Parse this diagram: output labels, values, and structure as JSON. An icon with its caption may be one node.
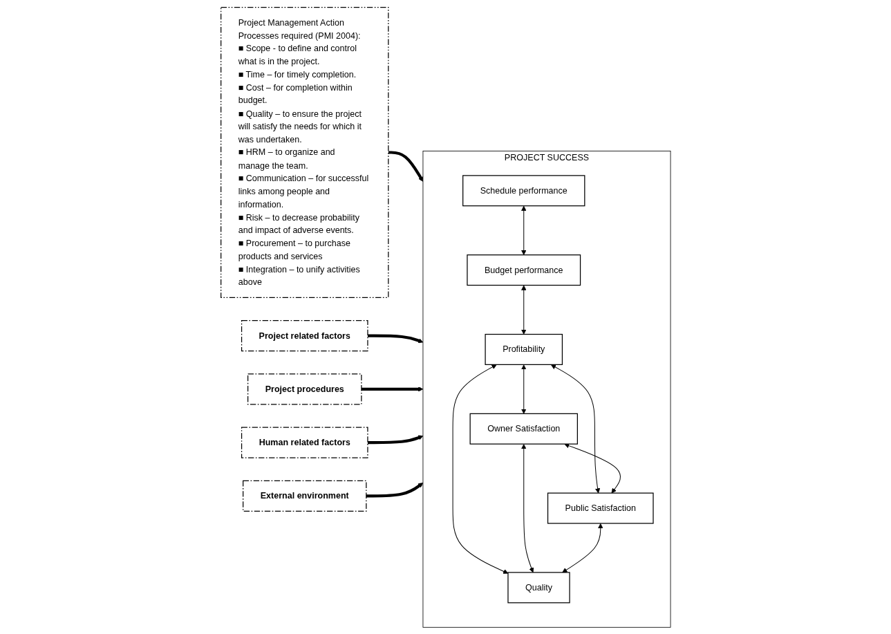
{
  "diagram": {
    "nodes": [
      {
        "text": [
          "Project Management Action",
          "Processes required (PMI 2004):",
          "■ Scope - to define and control what is in the project.",
          "■ Time – for timely completion.",
          "■ Cost – for completion within budget.",
          "■ Quality – to ensure the project will satisfy the needs for which it was undertaken.",
          "■ HRM – to organize and manage the team.",
          "■ Communication – for successful links among people and information.",
          "■ Risk – to decrease probability and impact of adverse events.",
          "■ Procurement – to purchase products and services",
          "■ Integration – to unify activities above"
        ]
      },
      {
        "text": [
          "PROJECT SUCCESS"
        ]
      },
      {
        "text": [
          "Schedule performance"
        ],
        "in": 1
      },
      {
        "text": [
          "Budget performance"
        ],
        "in": 1
      },
      {
        "text": [
          "Profitability"
        ],
        "in": 1
      },
      {
        "text": [
          "Owner Satisfaction"
        ],
        "in": 1
      },
      {
        "text": [
          "Public Satisfaction"
        ],
        "in": 1
      },
      {
        "text": [
          "Quality"
        ],
        "in": 1
      },
      {
        "text": [
          "Project related factors"
        ]
      },
      {
        "text": [
          "Project procedures"
        ]
      },
      {
        "text": [
          "Human related factors"
        ]
      },
      {
        "text": [
          "External environment"
        ]
      }
    ],
    "edges": [
      {
        "from": 0,
        "to": 1,
        "arrow": "to",
        "style": "thick"
      },
      {
        "from": 2,
        "to": 3,
        "arrow": "both"
      },
      {
        "from": 3,
        "to": 4,
        "arrow": "both"
      },
      {
        "from": 4,
        "to": 5,
        "arrow": "both"
      },
      {
        "from": 4,
        "to": 6,
        "arrow": "both"
      },
      {
        "from": 5,
        "to": 6,
        "arrow": "both"
      },
      {
        "from": 4,
        "to": 7,
        "arrow": "both"
      },
      {
        "from": 5,
        "to": 7,
        "arrow": "both"
      },
      {
        "from": 6,
        "to": 7,
        "arrow": "both"
      },
      {
        "from": 8,
        "to": 1,
        "arrow": "to",
        "style": "thick"
      },
      {
        "from": 9,
        "to": 1,
        "arrow": "to",
        "style": "thick"
      },
      {
        "from": 10,
        "to": 1,
        "arrow": "to",
        "style": "thick"
      },
      {
        "from": 11,
        "to": 1,
        "arrow": "to",
        "style": "thick"
      }
    ]
  }
}
